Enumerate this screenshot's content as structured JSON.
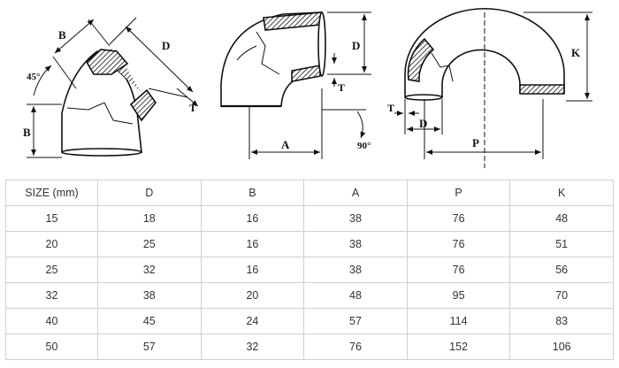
{
  "labels": {
    "b_side": "B",
    "b_top": "B",
    "angle_45": "45°",
    "d_45": "D",
    "t_45": "T",
    "d_90": "D",
    "t_90": "T",
    "a_90": "A",
    "angle_90": "90°",
    "k_180": "K",
    "t_180": "T",
    "d_180": "D",
    "p_180": "P"
  },
  "table": {
    "headers": [
      "SIZE (mm)",
      "D",
      "B",
      "A",
      "P",
      "K"
    ],
    "rows": [
      [
        "15",
        "18",
        "16",
        "38",
        "76",
        "48"
      ],
      [
        "20",
        "25",
        "16",
        "38",
        "76",
        "51"
      ],
      [
        "25",
        "32",
        "16",
        "38",
        "76",
        "56"
      ],
      [
        "32",
        "38",
        "20",
        "48",
        "95",
        "70"
      ],
      [
        "40",
        "45",
        "24",
        "57",
        "114",
        "83"
      ],
      [
        "50",
        "57",
        "32",
        "76",
        "152",
        "106"
      ]
    ]
  }
}
